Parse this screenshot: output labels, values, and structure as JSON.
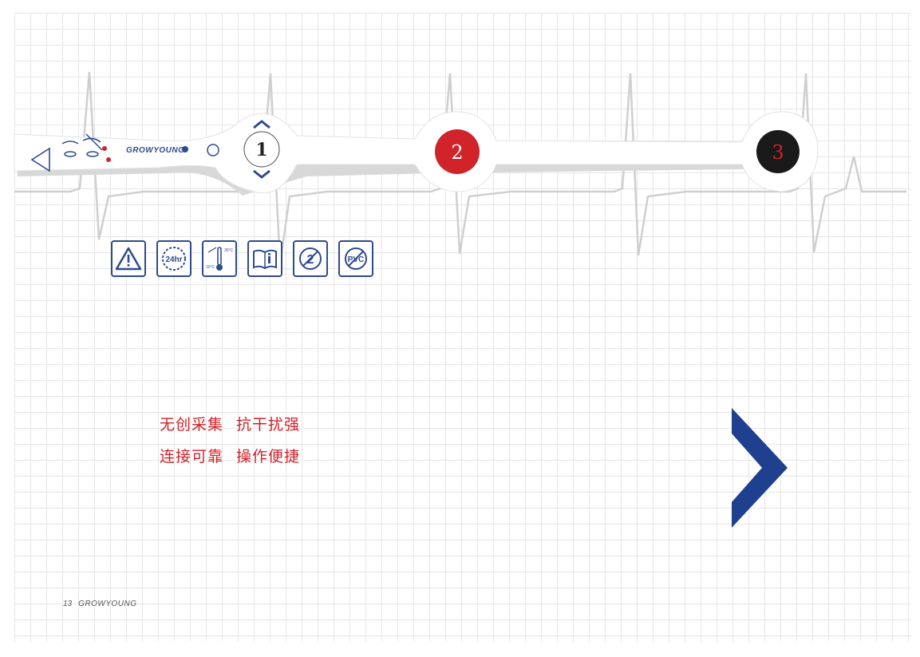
{
  "strip": {
    "brand": "GROWYOUNG",
    "electrodes": [
      {
        "label": "1",
        "color": "#ffffff",
        "text_color": "#222222"
      },
      {
        "label": "2",
        "color": "#d1232a",
        "text_color": "#ffffff"
      },
      {
        "label": "3",
        "color": "#1a1a1a",
        "text_color": "#d1232a"
      }
    ]
  },
  "symbols": [
    {
      "name": "caution-icon"
    },
    {
      "name": "24hr-use-icon",
      "label": "24hr"
    },
    {
      "name": "temperature-limit-icon",
      "upper": "30°C",
      "lower": "10°C"
    },
    {
      "name": "consult-instructions-icon"
    },
    {
      "name": "do-not-reuse-icon",
      "label": "2"
    },
    {
      "name": "pvc-free-icon",
      "label": "PVC"
    }
  ],
  "slogans": [
    [
      "无创采集",
      "抗干扰强"
    ],
    [
      "连接可靠",
      "操作便捷"
    ]
  ],
  "footer": {
    "page": "13",
    "brand": "GROWYOUNG"
  },
  "colors": {
    "accent_red": "#d1232a",
    "accent_blue": "#1f3f8f",
    "grid": "#e6e6e6"
  }
}
